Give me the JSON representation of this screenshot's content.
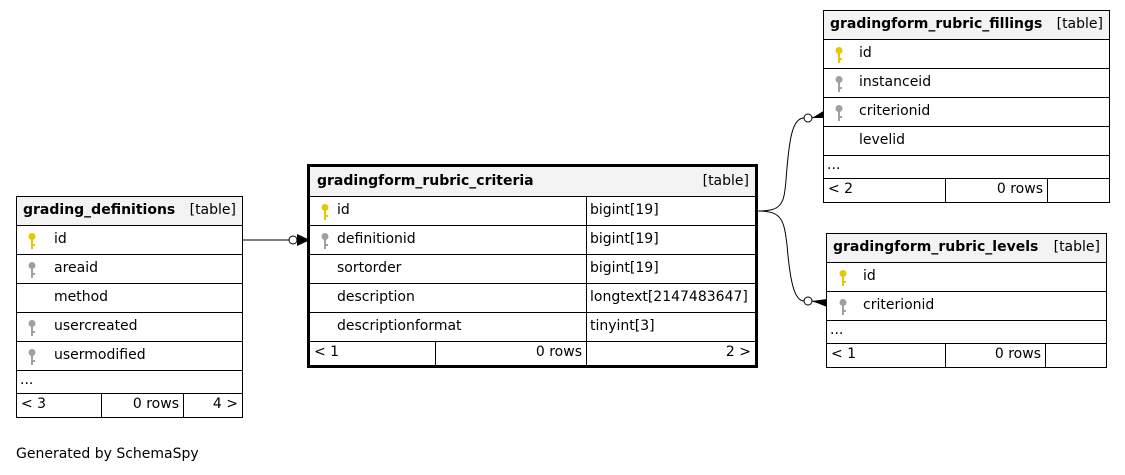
{
  "diagram": {
    "generated_by": "Generated by SchemaSpy",
    "colors": {
      "primary_key": "#e6c800",
      "foreign_key": "#a0a0a0",
      "header_bg": "#f3f3f3"
    },
    "tables": {
      "grading_definitions": {
        "name": "grading_definitions",
        "type": "[table]",
        "columns": [
          {
            "name": "id",
            "key": "primary"
          },
          {
            "name": "areaid",
            "key": "foreign"
          },
          {
            "name": "method",
            "key": "none"
          },
          {
            "name": "usercreated",
            "key": "foreign"
          },
          {
            "name": "usermodified",
            "key": "foreign"
          }
        ],
        "ellipsis": "...",
        "footer": {
          "parents": "< 3",
          "rows": "0 rows",
          "children": "4 >"
        }
      },
      "gradingform_rubric_criteria": {
        "name": "gradingform_rubric_criteria",
        "type": "[table]",
        "columns": [
          {
            "name": "id",
            "key": "primary",
            "datatype": "bigint[19]"
          },
          {
            "name": "definitionid",
            "key": "foreign",
            "datatype": "bigint[19]"
          },
          {
            "name": "sortorder",
            "key": "none",
            "datatype": "bigint[19]"
          },
          {
            "name": "description",
            "key": "none",
            "datatype": "longtext[2147483647]"
          },
          {
            "name": "descriptionformat",
            "key": "none",
            "datatype": "tinyint[3]"
          }
        ],
        "footer": {
          "parents": "< 1",
          "rows": "0 rows",
          "children": "2 >"
        }
      },
      "gradingform_rubric_fillings": {
        "name": "gradingform_rubric_fillings",
        "type": "[table]",
        "columns": [
          {
            "name": "id",
            "key": "primary"
          },
          {
            "name": "instanceid",
            "key": "foreign"
          },
          {
            "name": "criterionid",
            "key": "foreign"
          },
          {
            "name": "levelid",
            "key": "none"
          }
        ],
        "ellipsis": "...",
        "footer": {
          "parents": "< 2",
          "rows": "0 rows",
          "children": ""
        }
      },
      "gradingform_rubric_levels": {
        "name": "gradingform_rubric_levels",
        "type": "[table]",
        "columns": [
          {
            "name": "id",
            "key": "primary"
          },
          {
            "name": "criterionid",
            "key": "foreign"
          }
        ],
        "ellipsis": "...",
        "footer": {
          "parents": "< 1",
          "rows": "0 rows",
          "children": ""
        }
      }
    },
    "relationships": [
      {
        "from": "gradingform_rubric_criteria.definitionid",
        "to": "grading_definitions.id"
      },
      {
        "from": "gradingform_rubric_fillings.criterionid",
        "to": "gradingform_rubric_criteria.id"
      },
      {
        "from": "gradingform_rubric_levels.criterionid",
        "to": "gradingform_rubric_criteria.id"
      }
    ]
  }
}
